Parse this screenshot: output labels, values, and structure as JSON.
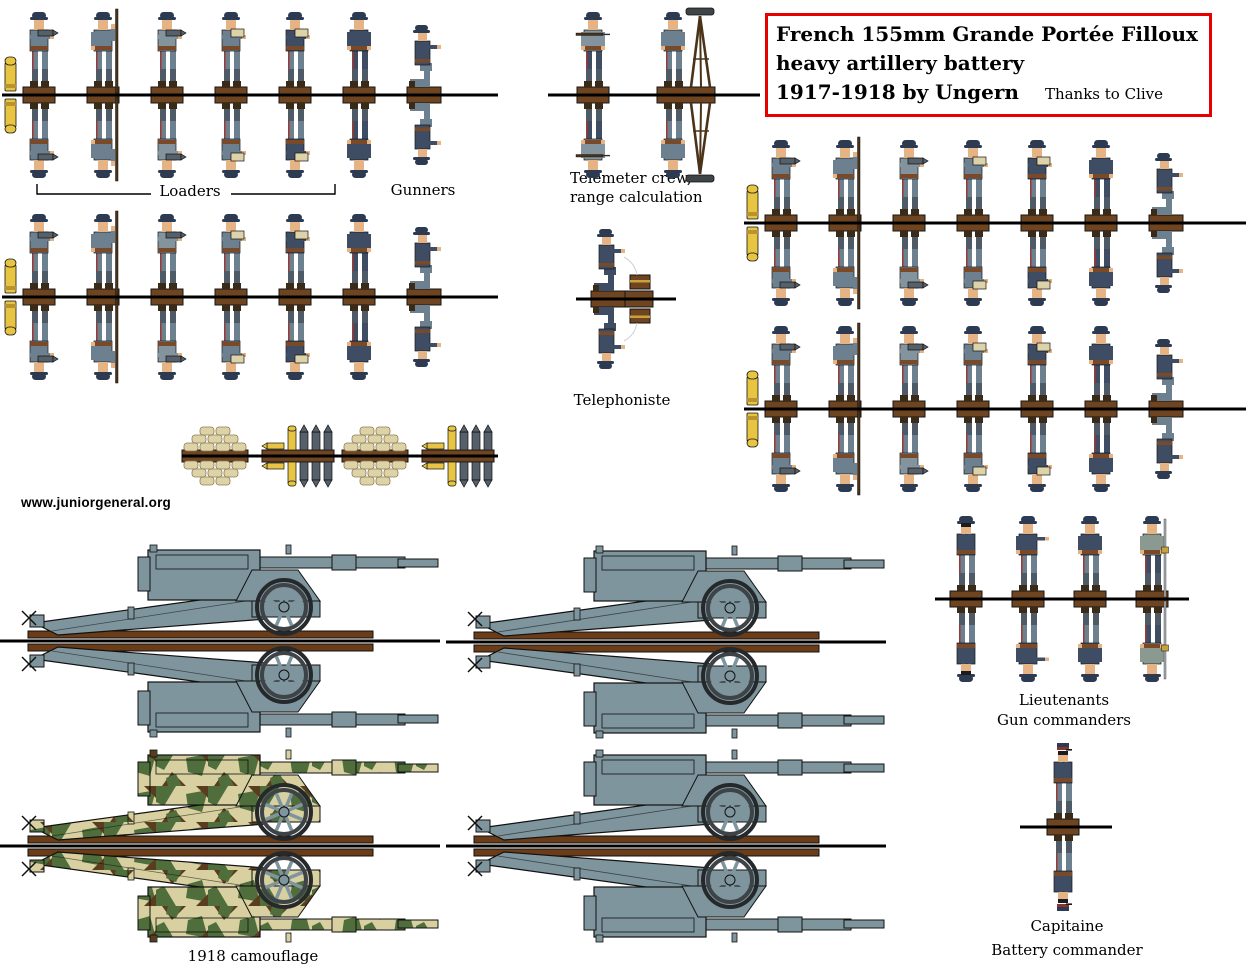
{
  "title": {
    "line1": "French 155mm Grande Portée Filloux",
    "line2": "heavy artillery battery",
    "line3": "1917-1918 by Ungern",
    "credit": "Thanks to Clive"
  },
  "labels": {
    "loaders": "Loaders",
    "gunners": "Gunners",
    "telemeter_line1": "Telemeter crew,",
    "telemeter_line2": "range calculation",
    "telephoniste": "Telephoniste",
    "website": "www.juniorgeneral.org",
    "camouflage": "1918 camouflage",
    "lieutenants": "Lieutenants",
    "gun_commanders": "Gun commanders",
    "capitaine": "Capitaine",
    "battery_commander": "Battery commander"
  },
  "figures": {
    "crew_rows": [
      {
        "id": "loaders-gunners-row-1",
        "side": "left",
        "count": 7,
        "shell_marker": true,
        "poses": [
          "shell-bearer",
          "rammer-pole",
          "shell-bearer",
          "charge-bearer",
          "charge-bearer",
          "gunner-standing",
          "gunner-kneeling"
        ]
      },
      {
        "id": "loaders-gunners-row-2",
        "side": "left",
        "count": 7,
        "shell_marker": true,
        "poses": [
          "shell-bearer",
          "rammer-pole",
          "shell-bearer",
          "charge-bearer",
          "charge-bearer",
          "gunner-standing",
          "gunner-kneeling"
        ]
      },
      {
        "id": "crew-row-right-1",
        "side": "right",
        "count": 7,
        "shell_marker": true,
        "poses": [
          "shell-bearer",
          "rammer-pole",
          "shell-bearer",
          "charge-bearer",
          "charge-bearer",
          "gunner-standing",
          "gunner-kneeling"
        ]
      },
      {
        "id": "crew-row-right-2",
        "side": "right",
        "count": 7,
        "shell_marker": true,
        "poses": [
          "shell-bearer",
          "rammer-pole",
          "shell-bearer",
          "charge-bearer",
          "charge-bearer",
          "gunner-standing",
          "gunner-kneeling"
        ]
      }
    ],
    "telemeter_crew": {
      "id": "telemeter-crew",
      "count": 2,
      "poses": [
        "rifleman",
        "rangefinder-tripod"
      ]
    },
    "telephoniste": {
      "id": "telephoniste-figure",
      "count": 1,
      "poses": [
        "kneeling-telephone"
      ]
    },
    "lieutenants": {
      "id": "lieutenants-group",
      "count": 4,
      "poses": [
        "binoculars",
        "pointing",
        "standing",
        "sword"
      ]
    },
    "capitaine": {
      "id": "capitaine-figure",
      "count": 1,
      "poses": [
        "binoculars-kepi"
      ]
    },
    "ammunition": {
      "id": "ammunition-row",
      "groups": [
        "powder-charges",
        "shells",
        "powder-charges",
        "shells"
      ]
    }
  },
  "guns": [
    {
      "id": "gun-top-left",
      "scheme": "gray"
    },
    {
      "id": "gun-top-right",
      "scheme": "gray"
    },
    {
      "id": "gun-bottom-left",
      "scheme": "camouflage"
    },
    {
      "id": "gun-bottom-right",
      "scheme": "gray"
    }
  ],
  "colors": {
    "accent_red": "#e80000",
    "uniform_slate": "#6d8090",
    "uniform_light": "#84949f",
    "uniform_navy": "#3f4d64",
    "uniform_graygreen": "#8a9a90",
    "helmet_navy": "#2c3a52",
    "skin": "#e6b384",
    "base_brown": "#6f4420",
    "boot_brown": "#3a2a18",
    "belt_brown": "#7a4a28",
    "stripe_red": "#9b3a34",
    "puttee": "#4e5a66",
    "pole_wood": "#4a3318",
    "gun_gray": "#7e959e",
    "wheel_rim": "#3d4346",
    "tire_dark": "#26292b",
    "ground_brown": "#6a3c17",
    "camo_green": "#4f6e3c",
    "camo_tan": "#d8d0a0",
    "camo_brown": "#5a3c1e",
    "shell_brass": "#e8c443",
    "shell_gray": "#55606a",
    "bag_cream": "#ddd2a8"
  }
}
